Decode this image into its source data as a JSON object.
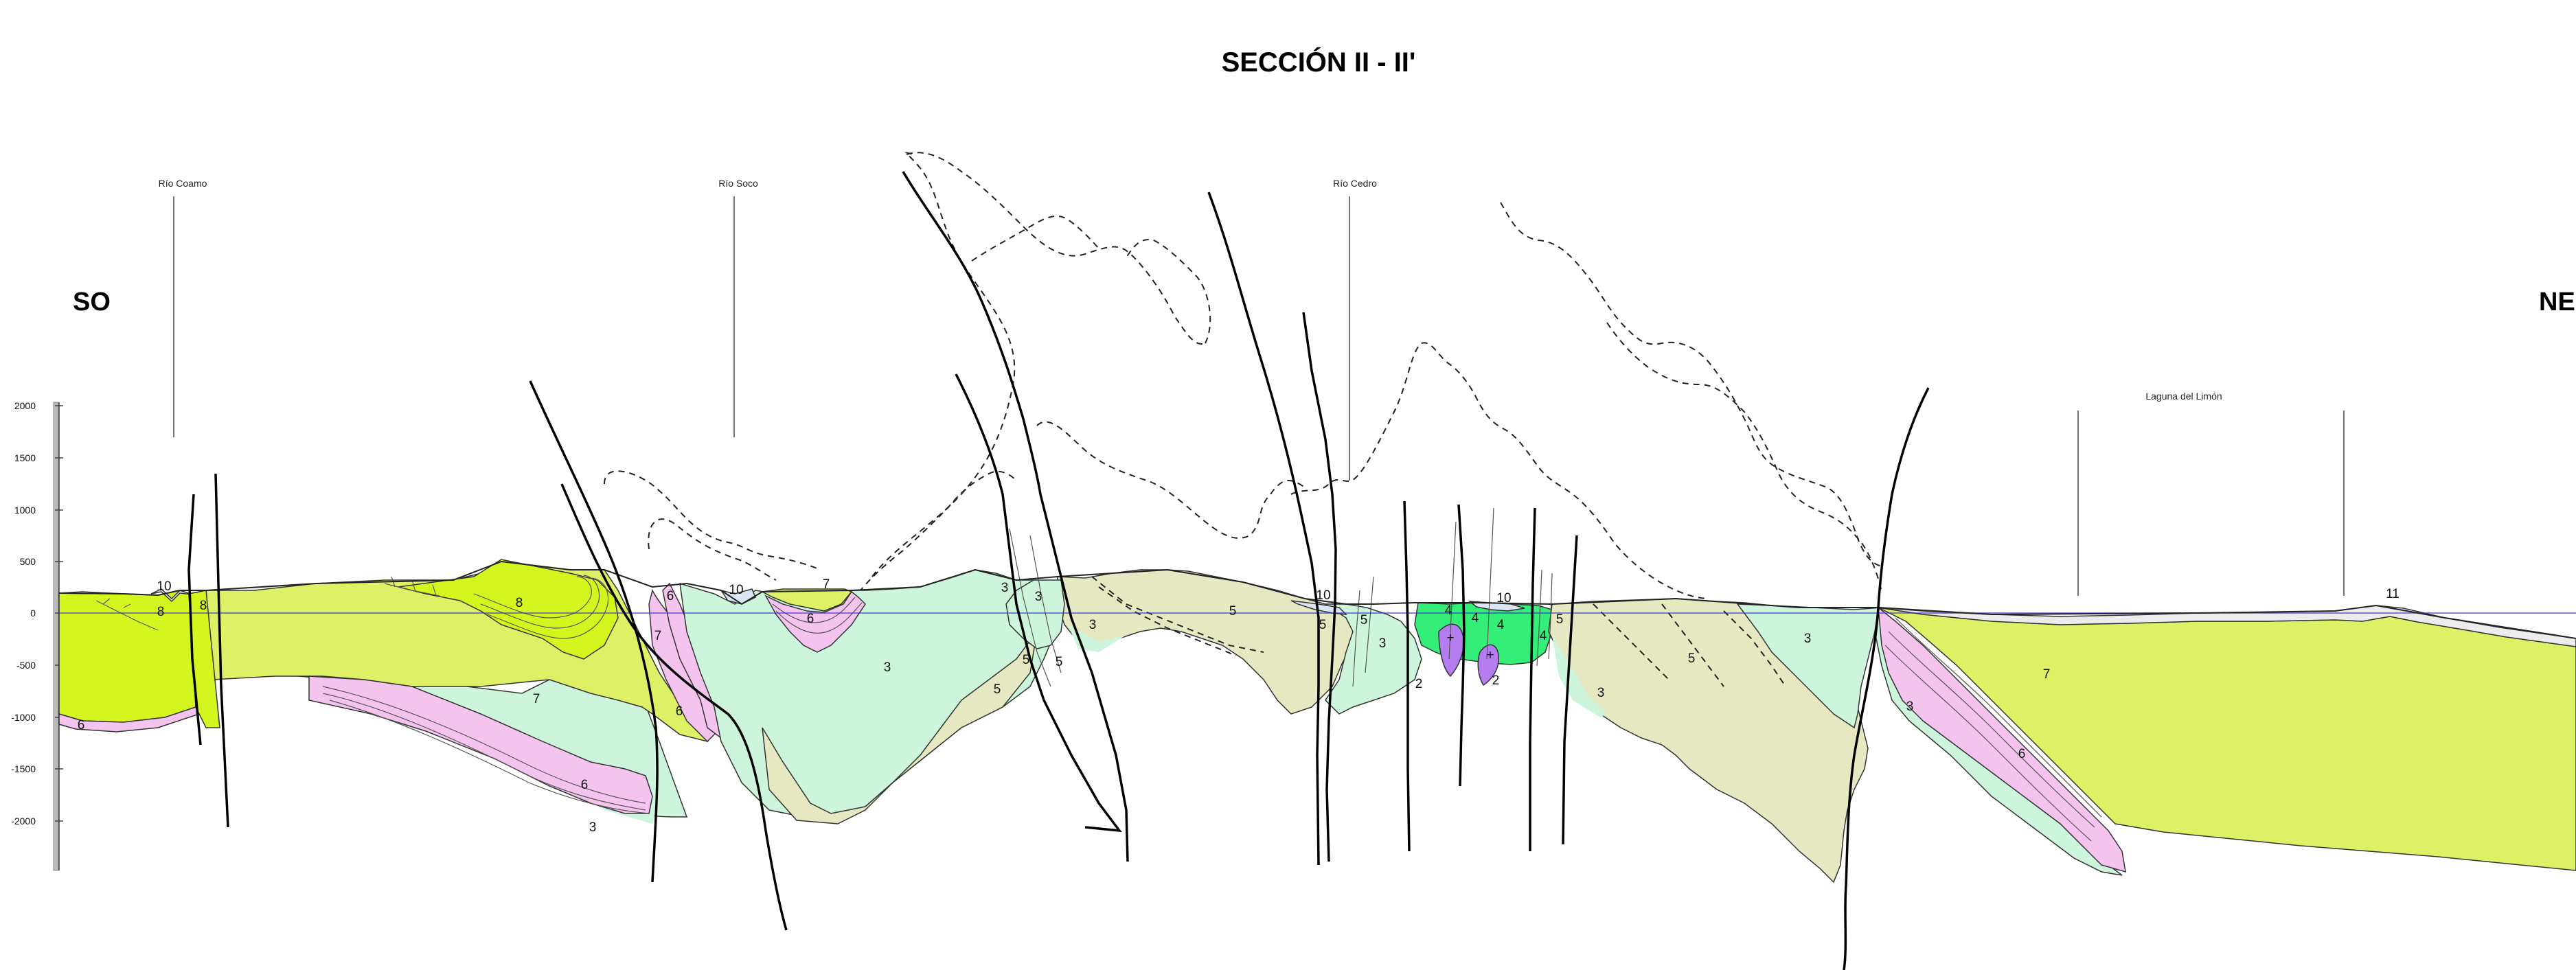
{
  "title": "SECCIÓN II - II'",
  "orientation": {
    "left": "SO",
    "right": "NE"
  },
  "places": {
    "rio_coamo": "Río Coamo",
    "rio_soco": "Río Soco",
    "rio_cedro": "Río Cedro",
    "laguna_del_limon": "Laguna del Limón"
  },
  "elevation_ticks": [
    "2000",
    "1500",
    "1000",
    "500",
    "0",
    "-500",
    "-1000",
    "-1500",
    "-2000"
  ],
  "unit_labels": {
    "u10a": "10",
    "u8a": "8",
    "u8b": "8",
    "u6a": "6",
    "u8c": "8",
    "u7a": "7",
    "u6b": "6",
    "u6c": "6",
    "u3a": "3",
    "u6d": "6",
    "u7b": "7",
    "u10b": "10",
    "u7c": "7",
    "u6e": "6",
    "u3b": "3",
    "u5a": "5",
    "u3c": "3",
    "u3d": "3",
    "u5b": "5",
    "u5c": "5",
    "u3e": "3",
    "u5d": "5",
    "u10c": "10",
    "u5e": "5",
    "u5f": "5",
    "u3f": "3",
    "u4a": "4",
    "u4b": "4",
    "u10d": "10",
    "u4c": "4",
    "u2a": "2",
    "u2b": "2",
    "u5g": "5",
    "u4d": "4",
    "u3g": "3",
    "u5h": "5",
    "u3h": "3",
    "u3i": "3",
    "u7d": "7",
    "u6f": "6",
    "u11": "11"
  },
  "colors": {
    "unit_2": "#b57cf0",
    "unit_3": "#cdf5dc",
    "unit_4": "#33ee77",
    "unit_5": "#e6e8c2",
    "unit_6": "#f4c4ef",
    "unit_7": "#ddf066",
    "unit_8": "#d5f51e",
    "unit_10": "#dbe6f4",
    "unit_11": "#ececec",
    "sea_level": "#3333cc"
  }
}
